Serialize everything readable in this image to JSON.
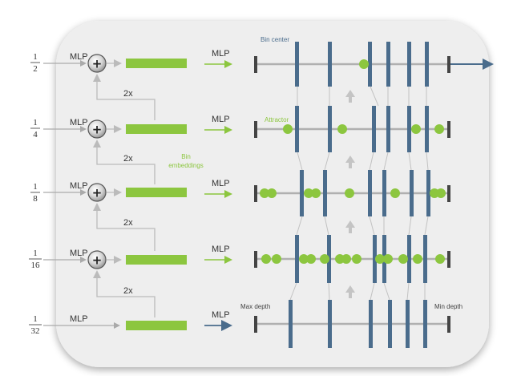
{
  "levels": [
    {
      "numerator": "1",
      "denominator": "2"
    },
    {
      "numerator": "1",
      "denominator": "4"
    },
    {
      "numerator": "1",
      "denominator": "8"
    },
    {
      "numerator": "1",
      "denominator": "16"
    },
    {
      "numerator": "1",
      "denominator": "32"
    }
  ],
  "labels": {
    "mlp": "MLP",
    "upsample": "2x",
    "plus": "+",
    "bin_center": "Bin center",
    "attractor": "Attractor",
    "bin_embeddings_line1": "Bin",
    "bin_embeddings_line2": "embeddings",
    "max_depth": "Max depth",
    "min_depth": "Min depth"
  },
  "colors": {
    "panel": "#eeeeee",
    "embedding_green": "#8cc63f",
    "bin_blue": "#4a6c8c",
    "arrow_gray": "#bbbbbb",
    "line_gray": "#b0b0b0"
  }
}
